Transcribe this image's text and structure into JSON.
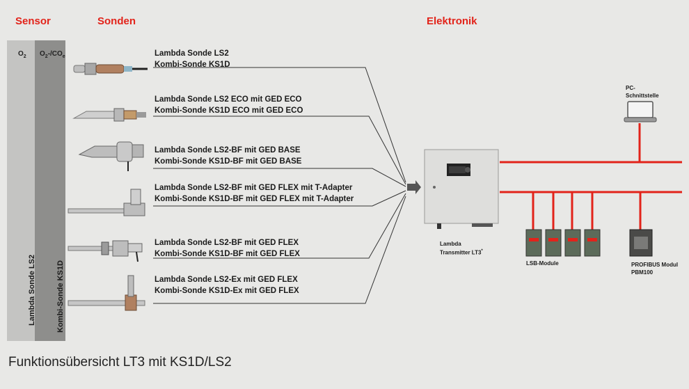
{
  "headers": {
    "sensor": "Sensor",
    "sonden": "Sonden",
    "elektronik": "Elektronik"
  },
  "columns": {
    "o2_head": "O",
    "o2_sub": "2",
    "co_head_a": "O",
    "co_head_sub": "2",
    "co_head_b": "-/CO",
    "co_head_sub2": "e",
    "o2_vertical": "Lambda Sonde LS2",
    "co_vertical": "Kombi-Sonde KS1D"
  },
  "probes": [
    {
      "line1": "Lambda Sonde LS2",
      "line2": "Kombi-Sonde KS1D"
    },
    {
      "line1": "Lambda Sonde LS2 ECO mit GED ECO",
      "line2": "Kombi-Sonde KS1D ECO mit GED ECO"
    },
    {
      "line1": "Lambda Sonde LS2-BF mit GED BASE",
      "line2": "Kombi-Sonde KS1D-BF mit GED BASE"
    },
    {
      "line1": "Lambda Sonde LS2-BF mit GED FLEX mit T-Adapter",
      "line2": "Kombi-Sonde KS1D-BF mit GED FLEX mit T-Adapter"
    },
    {
      "line1": "Lambda Sonde LS2-BF mit GED FLEX",
      "line2": "Kombi-Sonde KS1D-BF mit GED FLEX"
    },
    {
      "line1": "Lambda Sonde LS2-Ex mit GED FLEX",
      "line2": "Kombi-Sonde KS1D-Ex mit GED FLEX"
    }
  ],
  "transmitter": {
    "line1": "Lambda",
    "line2": "Transmitter LT3",
    "sup": "*"
  },
  "pc": {
    "line1": "PC-",
    "line2": "Schnittstelle"
  },
  "lsb": {
    "label": "LSB-Module"
  },
  "profibus": {
    "line1": "PROFIBUS Modul",
    "line2": "PBM100"
  },
  "footer": "Funktionsübersicht LT3 mit KS1D/LS2",
  "colors": {
    "accent": "#e2231a",
    "line": "#333333"
  }
}
